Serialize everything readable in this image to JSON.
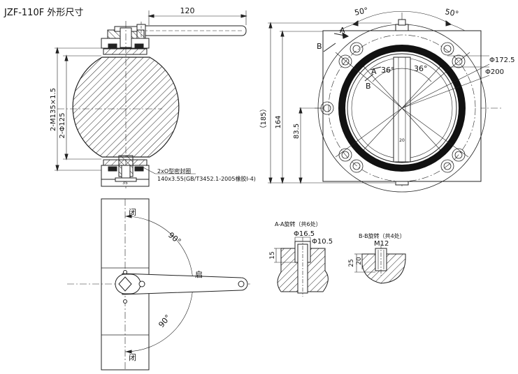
{
  "title": "JZF-110F 外形尺寸",
  "dims": {
    "handle_length": "120",
    "thread": "2-M135×1.5",
    "bore": "2-Φ125",
    "d172": "Φ172.5",
    "d200": "Φ200",
    "h185": "（185）",
    "h164": "164",
    "h835": "83.5",
    "a50_left": "50°",
    "a50_right": "50°",
    "a36_left": "36°",
    "a36_right": "36°",
    "small20": "20",
    "small35": "35",
    "oring1": "2xO型密封圈",
    "oring2": "140x3.55(GB/T3452.1-2005橡胶I-4)"
  },
  "sections": {
    "A": "A",
    "B": "B"
  },
  "bottom": {
    "close_top": "闭",
    "close_bottom": "闭",
    "open": "启",
    "angle_top": "90°",
    "angle_bottom": "90°"
  },
  "detail_a": {
    "title": "A-A旋转（共6处）",
    "d165": "Φ16.5",
    "d105": "Φ10.5",
    "h15": "15"
  },
  "detail_b": {
    "title": "B-B旋转（共4处）",
    "m12": "M12",
    "h25": "25",
    "h20": "20"
  }
}
